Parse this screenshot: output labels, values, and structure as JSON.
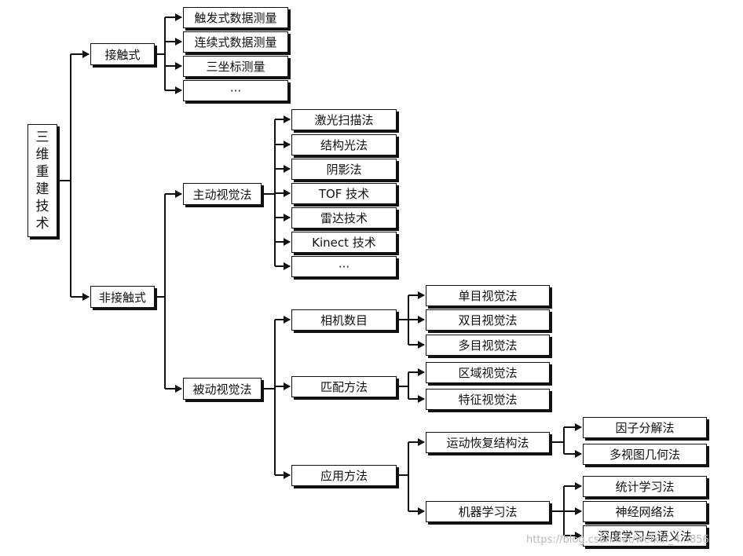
{
  "root": {
    "chars": [
      "三",
      "维",
      "重",
      "建",
      "技",
      "术"
    ]
  },
  "contact": {
    "label": "接触式",
    "items": [
      "触发式数据测量",
      "连续式数据测量",
      "三坐标测量",
      "···"
    ]
  },
  "noncontact": {
    "label": "非接触式",
    "active": {
      "label": "主动视觉法",
      "items": [
        "激光扫描法",
        "结构光法",
        "阴影法",
        "TOF 技术",
        "雷达技术",
        "Kinect 技术",
        "···"
      ]
    },
    "passive": {
      "label": "被动视觉法",
      "camera_count": {
        "label": "相机数目",
        "items": [
          "单目视觉法",
          "双目视觉法",
          "多目视觉法"
        ]
      },
      "matching": {
        "label": "匹配方法",
        "items": [
          "区域视觉法",
          "特征视觉法"
        ]
      },
      "application": {
        "label": "应用方法",
        "sfm": {
          "label": "运动恢复结构法",
          "items": [
            "因子分解法",
            "多视图几何法"
          ]
        },
        "ml": {
          "label": "机器学习法",
          "items": [
            "统计学习法",
            "神经网络法",
            "深度学习与语义法"
          ]
        }
      }
    }
  },
  "watermark": "https://blog.csdn.net/weixin_4...856"
}
